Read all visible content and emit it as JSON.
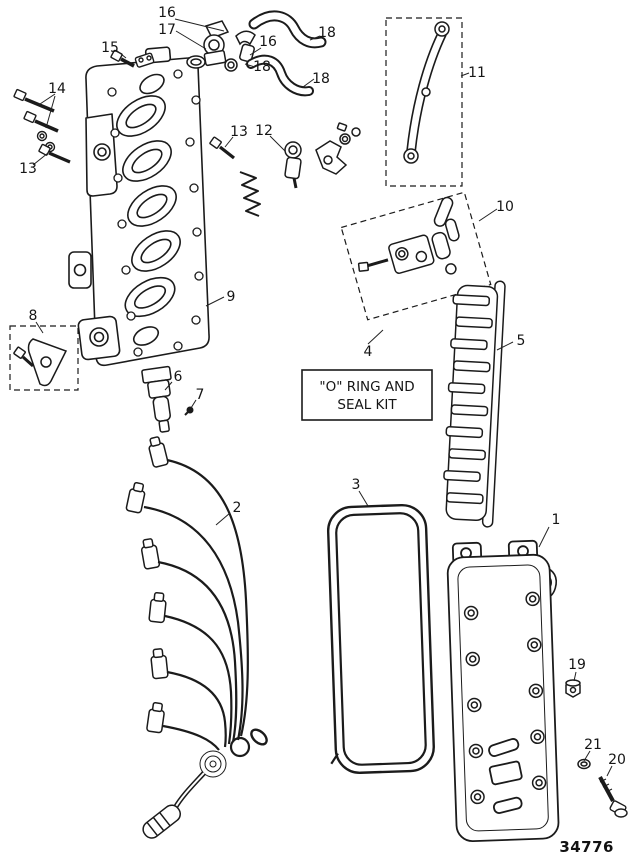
{
  "diagram": {
    "drawing_number": "34776",
    "seal_kit_box": {
      "line1": "\"O\" RING AND",
      "line2": "SEAL KIT"
    },
    "callouts": [
      {
        "label": "16"
      },
      {
        "label": "17"
      },
      {
        "label": "18"
      },
      {
        "label": "16"
      },
      {
        "label": "18"
      },
      {
        "label": "18"
      },
      {
        "label": "15"
      },
      {
        "label": "14"
      },
      {
        "label": "13"
      },
      {
        "label": "13"
      },
      {
        "label": "12"
      },
      {
        "label": "11"
      },
      {
        "label": "10"
      },
      {
        "label": "9"
      },
      {
        "label": "4"
      },
      {
        "label": "5"
      },
      {
        "label": "8"
      },
      {
        "label": "6"
      },
      {
        "label": "7"
      },
      {
        "label": "3"
      },
      {
        "label": "2"
      },
      {
        "label": "1"
      },
      {
        "label": "19"
      },
      {
        "label": "21"
      },
      {
        "label": "20"
      }
    ]
  }
}
